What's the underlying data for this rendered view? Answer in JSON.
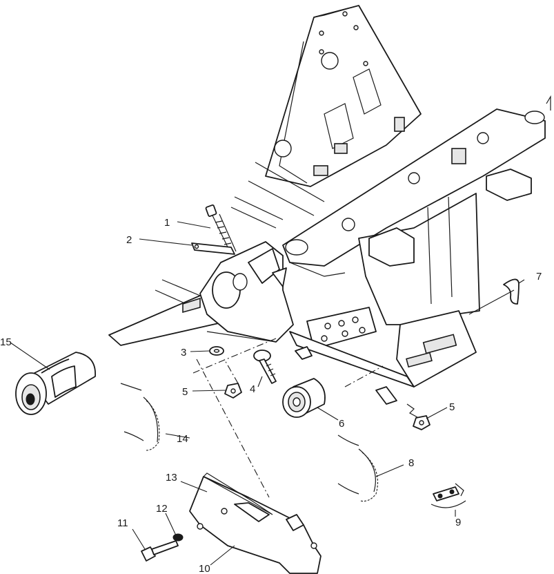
{
  "callouts": [
    {
      "id": "1",
      "text": "1"
    },
    {
      "id": "2",
      "text": "2"
    },
    {
      "id": "3",
      "text": "3"
    },
    {
      "id": "4",
      "text": "4"
    },
    {
      "id": "5a",
      "text": "5"
    },
    {
      "id": "5b",
      "text": "5"
    },
    {
      "id": "6",
      "text": "6"
    },
    {
      "id": "7",
      "text": "7"
    },
    {
      "id": "8",
      "text": "8"
    },
    {
      "id": "9",
      "text": "9"
    },
    {
      "id": "10",
      "text": "10"
    },
    {
      "id": "11",
      "text": "11"
    },
    {
      "id": "12",
      "text": "12"
    },
    {
      "id": "13",
      "text": "13"
    },
    {
      "id": "14",
      "text": "14"
    },
    {
      "id": "15",
      "text": "15"
    }
  ]
}
